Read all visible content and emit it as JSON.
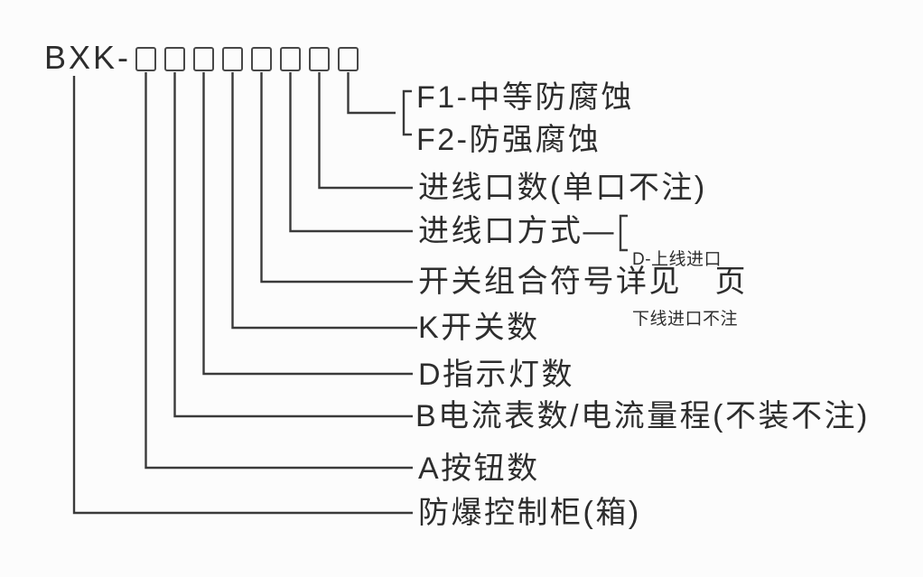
{
  "diagram": {
    "model_prefix": "BXK-",
    "box_count": 8,
    "colors": {
      "ink": "#2d2d2d",
      "line": "#3a3a3a",
      "background": "#fcfcfc"
    },
    "labels": {
      "f1": "F1-中等防腐蚀",
      "f2": "F2-防强腐蚀",
      "inlet_count": "进线口数(单口不注)",
      "inlet_mode": "进线口方式—",
      "inlet_mode_opt1": "D-上线进口",
      "inlet_mode_opt2": "下线进口不注",
      "switch_combo": "开关组合符号详见　页",
      "k_switch_count": "K开关数",
      "d_indicator_count": "D指示灯数",
      "b_ammeter": "B电流表数/电流量程(不装不注)",
      "a_button_count": "A按钮数",
      "cabinet": "防爆控制柜(箱)"
    }
  }
}
